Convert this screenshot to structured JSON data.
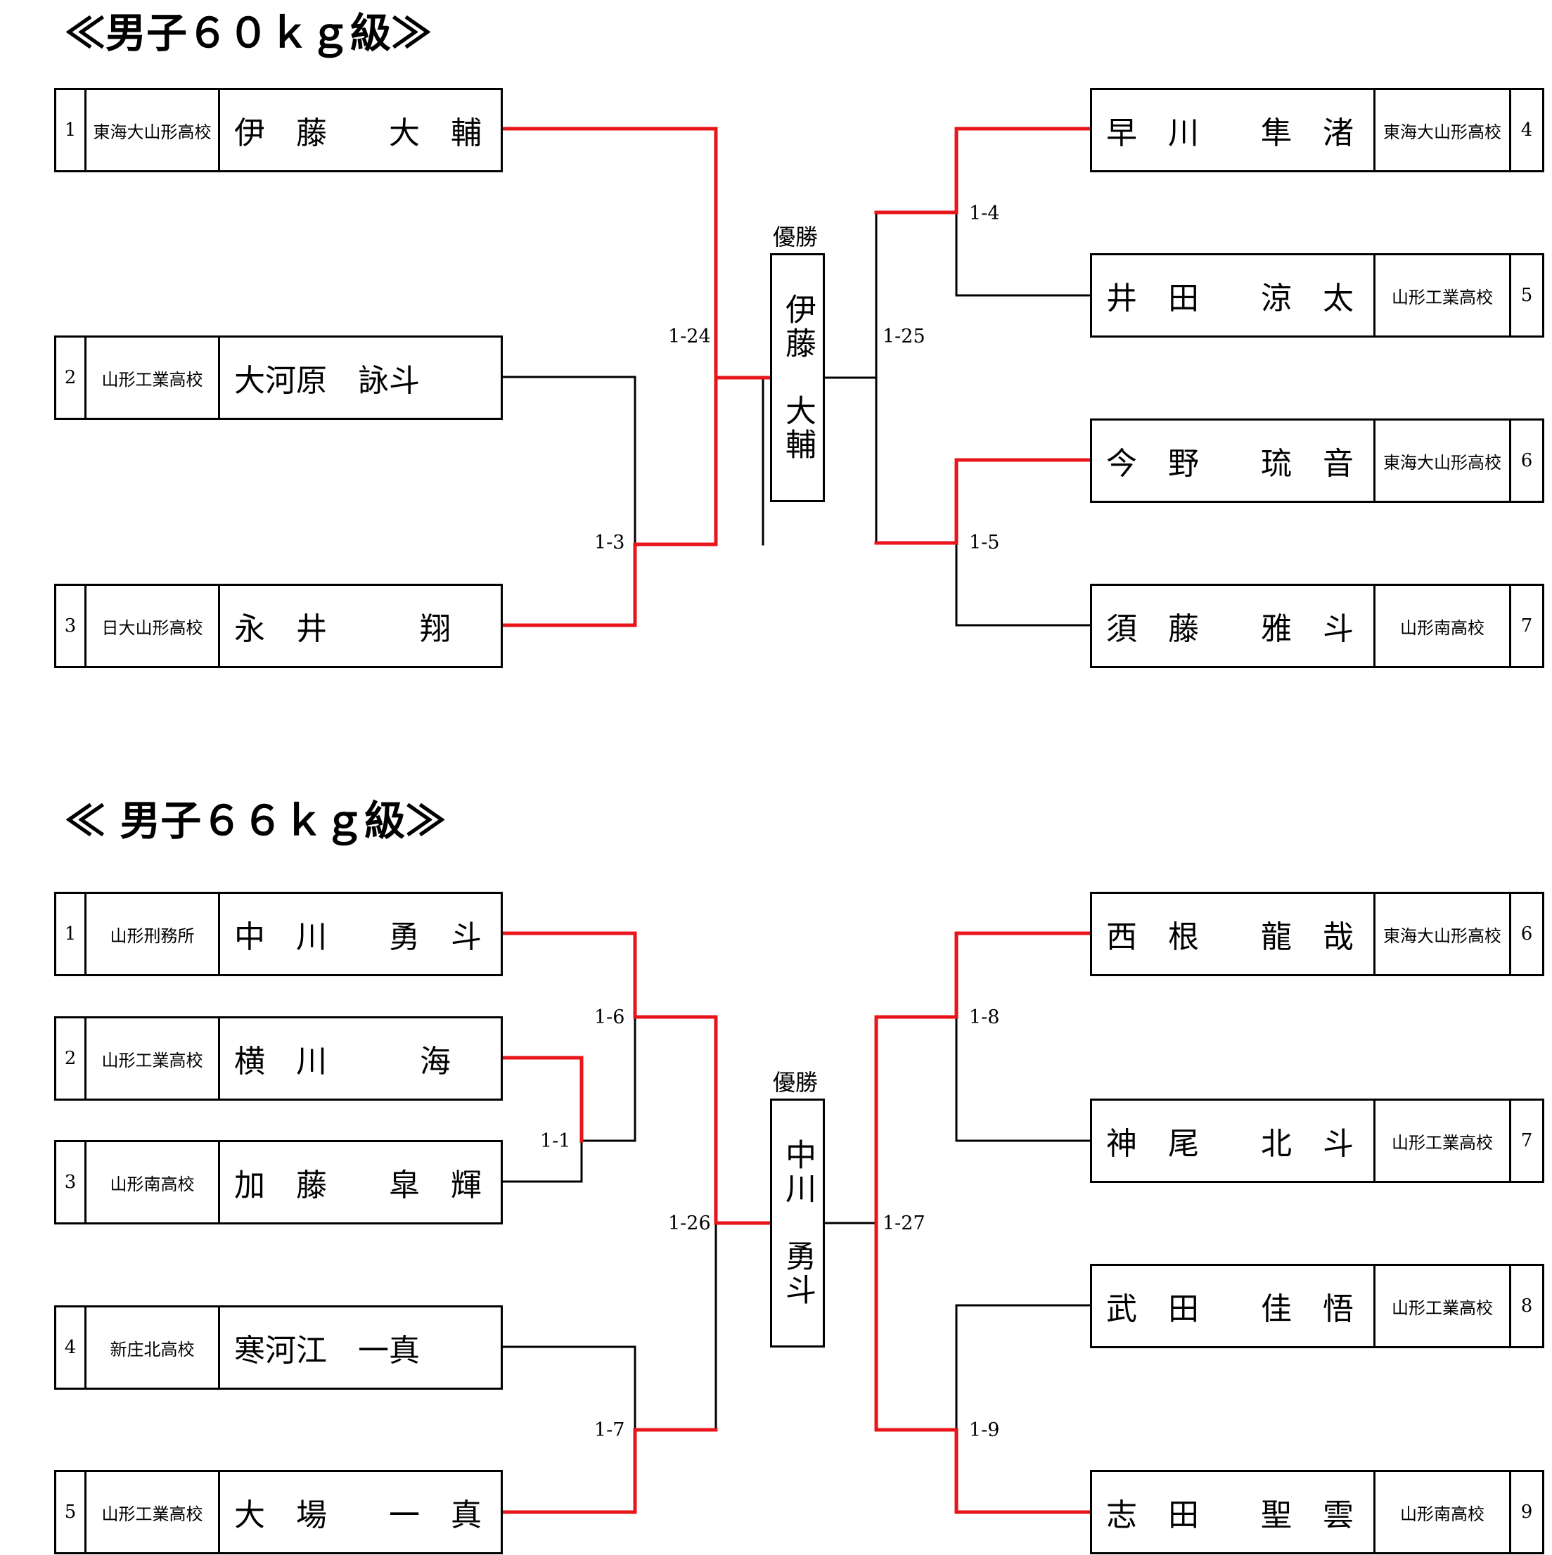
{
  "brackets": [
    {
      "title": "≪男子６０ｋｇ級≫",
      "champion_label": "優勝",
      "champion": "伊藤　大輔",
      "entries": [
        {
          "seed": "1",
          "school": "東海大山形高校",
          "name": "伊　藤　　大　輔"
        },
        {
          "seed": "2",
          "school": "山形工業高校",
          "name": "大河原　詠斗"
        },
        {
          "seed": "3",
          "school": "日大山形高校",
          "name": "永　井　　　翔"
        },
        {
          "seed": "4",
          "school": "東海大山形高校",
          "name": "早　川　　隼　渚"
        },
        {
          "seed": "5",
          "school": "山形工業高校",
          "name": "井　田　　涼　太"
        },
        {
          "seed": "6",
          "school": "東海大山形高校",
          "name": "今　野　　琉　音"
        },
        {
          "seed": "7",
          "school": "山形南高校",
          "name": "須　藤　　雅　斗"
        }
      ],
      "matches": [
        "1-24",
        "1-3",
        "1-25",
        "1-4",
        "1-5"
      ]
    },
    {
      "title": "≪ 男子６６ｋｇ級≫",
      "champion_label": "優勝",
      "champion": "中川　勇斗",
      "entries": [
        {
          "seed": "1",
          "school": "山形刑務所",
          "name": "中　川　　勇　斗"
        },
        {
          "seed": "2",
          "school": "山形工業高校",
          "name": "横　川　　　海"
        },
        {
          "seed": "3",
          "school": "山形南高校",
          "name": "加　藤　　皐　輝"
        },
        {
          "seed": "4",
          "school": "新庄北高校",
          "name": "寒河江　一真"
        },
        {
          "seed": "5",
          "school": "山形工業高校",
          "name": "大　場　　一　真"
        },
        {
          "seed": "6",
          "school": "東海大山形高校",
          "name": "西　根　　龍　哉"
        },
        {
          "seed": "7",
          "school": "山形工業高校",
          "name": "神　尾　　北　斗"
        },
        {
          "seed": "8",
          "school": "山形工業高校",
          "name": "武　田　　佳　悟"
        },
        {
          "seed": "9",
          "school": "山形南高校",
          "name": "志　田　　聖　雲"
        }
      ],
      "matches": [
        "1-6",
        "1-1",
        "1-26",
        "1-7",
        "1-27",
        "1-8",
        "1-9"
      ]
    }
  ]
}
